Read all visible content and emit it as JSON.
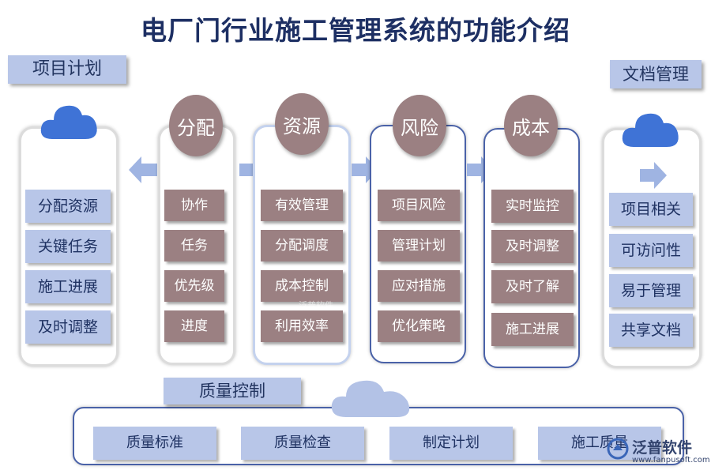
{
  "title": "电厂门行业施工管理系统的功能介绍",
  "left": {
    "header": "项目计划",
    "items": [
      "分配资源",
      "关键任务",
      "施工进展",
      "及时调整"
    ]
  },
  "right": {
    "header": "文档管理",
    "items": [
      "项目相关",
      "可访问性",
      "易于管理",
      "共享文档"
    ]
  },
  "columns": [
    {
      "title": "分配",
      "items": [
        "协作",
        "任务",
        "优先级",
        "进度"
      ]
    },
    {
      "title": "资源",
      "items": [
        "有效管理",
        "分配调度",
        "成本控制",
        "利用效率"
      ]
    },
    {
      "title": "风险",
      "items": [
        "项目风险",
        "管理计划",
        "应对措施",
        "优化策略"
      ]
    },
    {
      "title": "成本",
      "items": [
        "实时监控",
        "及时调整",
        "及时了解",
        "施工进展"
      ]
    }
  ],
  "quality": {
    "header": "质量控制",
    "items": [
      "质量标准",
      "质量检查",
      "制定计划",
      "施工质量"
    ]
  },
  "watermark": {
    "brand": "泛普软件",
    "url": "www.fanpusoft.com",
    "center": "泛普软件"
  },
  "colors": {
    "title": "#1d2f63",
    "light_blue_box": "#b8c6e8",
    "mauve_box": "#9b8082",
    "cloud": "#3f73d6",
    "cloud_light": "#b3c2e6",
    "arrow": "#9fb4e2"
  }
}
